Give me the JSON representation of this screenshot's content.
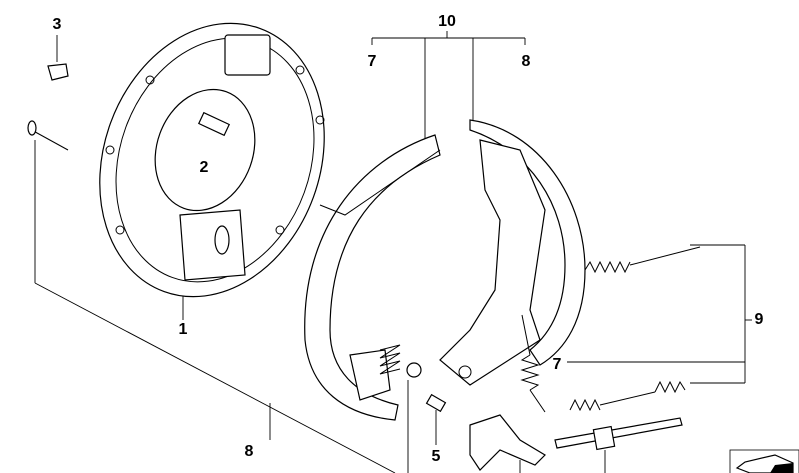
{
  "callouts": {
    "backing_plate": "1",
    "bolt": "2",
    "plug": "3",
    "pin": "5",
    "shoe_left": "7",
    "shoe_set_left": "7",
    "shoe_set_right": "8",
    "repair_kit": "8",
    "spring_set": "9",
    "brake_shoe_set": "10"
  },
  "icons": [
    "brake-backing-plate",
    "brake-shoe",
    "return-spring",
    "hold-down-spring",
    "adjuster",
    "lever",
    "pin",
    "isometric-view-icon"
  ]
}
